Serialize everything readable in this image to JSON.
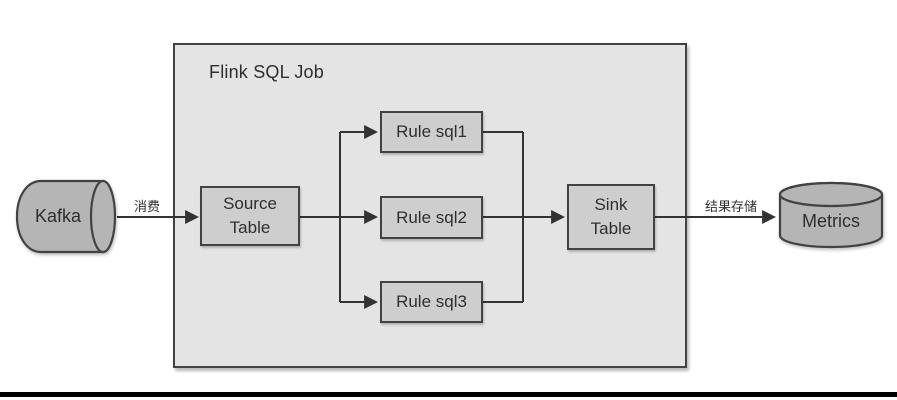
{
  "diagram": {
    "container": {
      "title": "Flink SQL Job"
    },
    "nodes": {
      "kafka": {
        "label": "Kafka",
        "shape": "cylinder-horizontal"
      },
      "source_table": {
        "lines": [
          "Source",
          "Table"
        ],
        "shape": "rect"
      },
      "rules": [
        {
          "label": "Rule sql1",
          "shape": "rect"
        },
        {
          "label": "Rule sql2",
          "shape": "rect"
        },
        {
          "label": "Rule sql3",
          "shape": "rect"
        }
      ],
      "sink_table": {
        "lines": [
          "Sink",
          "Table"
        ],
        "shape": "rect"
      },
      "metrics": {
        "label": "Metrics",
        "shape": "cylinder-vertical"
      }
    },
    "edge_labels": {
      "consume": "消费",
      "result_store": "结果存储"
    },
    "colors": {
      "background": "#ffffff",
      "container_fill": "#e4e4e4",
      "node_fill": "#cecece",
      "cylinder_fill": "#b5b5b5",
      "border": "#424242",
      "line": "#333333",
      "text": "#2e2e2e",
      "bottom_bar": "#000000"
    }
  }
}
